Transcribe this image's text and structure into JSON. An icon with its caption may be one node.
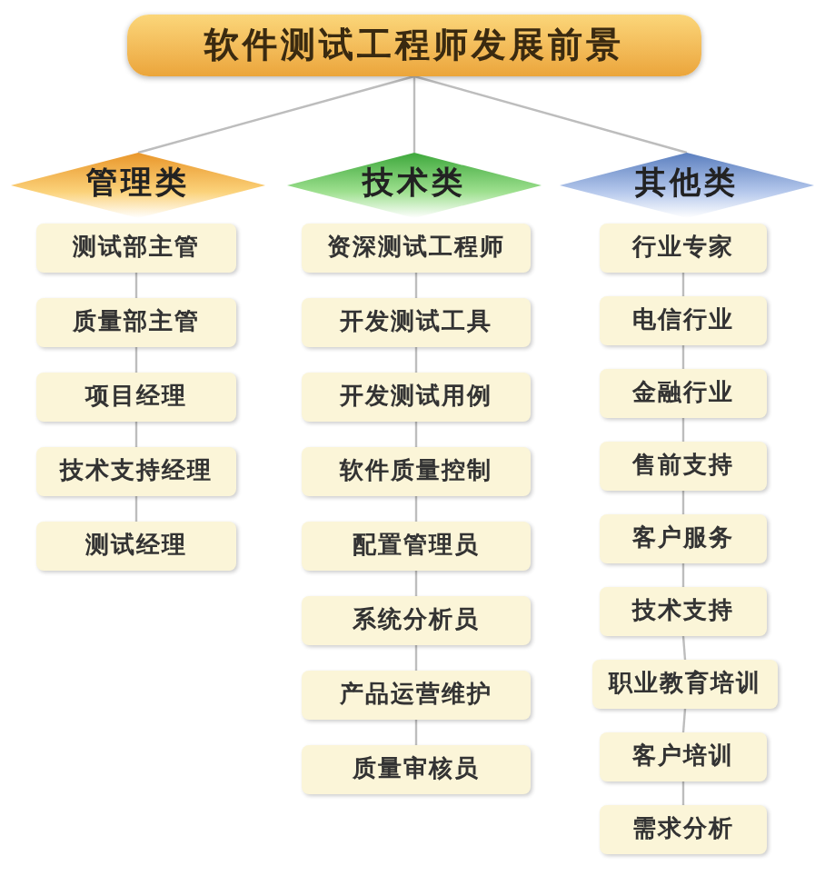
{
  "diagram": {
    "nodes": [
      {
        "text": [
          "软件测试工程师发展前景"
        ]
      },
      {
        "text": [
          "管理类"
        ]
      },
      {
        "text": [
          "技术类"
        ]
      },
      {
        "text": [
          "其他类"
        ]
      },
      {
        "text": [
          "测试部主管"
        ]
      },
      {
        "text": [
          "质量部主管"
        ]
      },
      {
        "text": [
          "项目经理"
        ]
      },
      {
        "text": [
          "技术支持经理"
        ]
      },
      {
        "text": [
          "测试经理"
        ]
      },
      {
        "text": [
          "资深测试工程师"
        ]
      },
      {
        "text": [
          "开发测试工具"
        ]
      },
      {
        "text": [
          "开发测试用例"
        ]
      },
      {
        "text": [
          "软件质量控制"
        ]
      },
      {
        "text": [
          "配置管理员"
        ]
      },
      {
        "text": [
          "系统分析员"
        ]
      },
      {
        "text": [
          "产品运营维护"
        ]
      },
      {
        "text": [
          "质量审核员"
        ]
      },
      {
        "text": [
          "行业专家"
        ]
      },
      {
        "text": [
          "电信行业"
        ]
      },
      {
        "text": [
          "金融行业"
        ]
      },
      {
        "text": [
          "售前支持"
        ]
      },
      {
        "text": [
          "客户服务"
        ]
      },
      {
        "text": [
          "技术支持"
        ]
      },
      {
        "text": [
          "职业教育培训"
        ]
      },
      {
        "text": [
          "客户培训"
        ]
      },
      {
        "text": [
          "需求分析"
        ]
      }
    ],
    "edges": [
      {
        "from": 0,
        "to": 1,
        "arrow": "none"
      },
      {
        "from": 0,
        "to": 2,
        "arrow": "none"
      },
      {
        "from": 0,
        "to": 3,
        "arrow": "none"
      },
      {
        "from": 4,
        "to": 5,
        "arrow": "none"
      },
      {
        "from": 5,
        "to": 6,
        "arrow": "none"
      },
      {
        "from": 6,
        "to": 7,
        "arrow": "none"
      },
      {
        "from": 7,
        "to": 8,
        "arrow": "none"
      },
      {
        "from": 9,
        "to": 10,
        "arrow": "none"
      },
      {
        "from": 10,
        "to": 11,
        "arrow": "none"
      },
      {
        "from": 11,
        "to": 12,
        "arrow": "none"
      },
      {
        "from": 12,
        "to": 13,
        "arrow": "none"
      },
      {
        "from": 13,
        "to": 14,
        "arrow": "none"
      },
      {
        "from": 14,
        "to": 15,
        "arrow": "none"
      },
      {
        "from": 15,
        "to": 16,
        "arrow": "none"
      },
      {
        "from": 17,
        "to": 18,
        "arrow": "none"
      },
      {
        "from": 18,
        "to": 19,
        "arrow": "none"
      },
      {
        "from": 19,
        "to": 20,
        "arrow": "none"
      },
      {
        "from": 20,
        "to": 21,
        "arrow": "none"
      },
      {
        "from": 21,
        "to": 22,
        "arrow": "none"
      },
      {
        "from": 22,
        "to": 23,
        "arrow": "none"
      },
      {
        "from": 23,
        "to": 24,
        "arrow": "none"
      },
      {
        "from": 24,
        "to": 25,
        "arrow": "none"
      }
    ]
  }
}
